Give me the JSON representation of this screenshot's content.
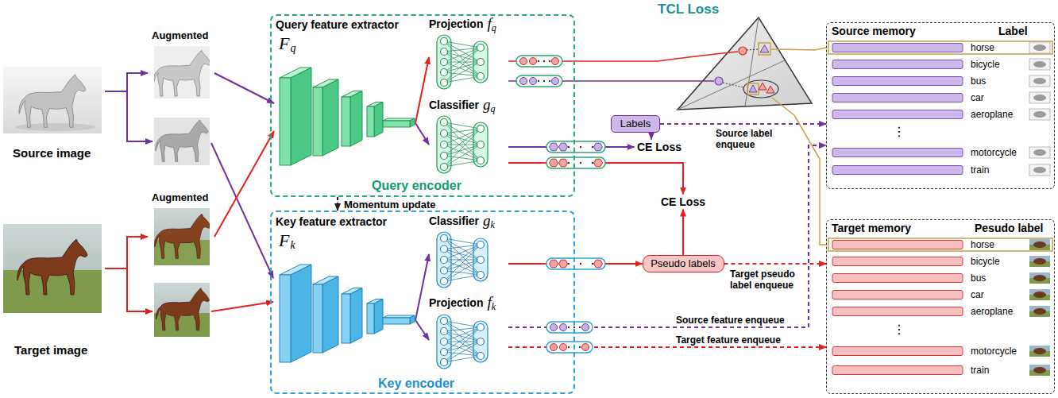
{
  "diagram": {
    "nodes": [
      {
        "text": [
          "Source image"
        ]
      },
      {
        "text": [
          "Augmented"
        ]
      },
      {
        "text": [
          "Target image"
        ]
      },
      {
        "text": [
          "Augmented"
        ]
      },
      {
        "text": [
          "Query encoder"
        ]
      },
      {
        "text": [
          "Query feature extractor",
          "F",
          "q"
        ],
        "in": 4
      },
      {
        "text": [
          "Projection",
          "f",
          "q"
        ],
        "in": 4
      },
      {
        "text": [
          "Classifier",
          "g",
          "q"
        ],
        "in": 4
      },
      {
        "text": [
          "Key encoder"
        ]
      },
      {
        "text": [
          "Key feature extractor",
          "F",
          "k"
        ],
        "in": 8
      },
      {
        "text": [
          "Classifier",
          "g",
          "k"
        ],
        "in": 8
      },
      {
        "text": [
          "Projection",
          "f",
          "k"
        ],
        "in": 8
      },
      {
        "text": [
          "Labels"
        ]
      },
      {
        "text": [
          "CE Loss"
        ]
      },
      {
        "text": [
          "CE Loss"
        ]
      },
      {
        "text": [
          "Pseudo labels"
        ]
      },
      {
        "text": [
          "TCL Loss"
        ]
      },
      {
        "text": [
          "Source memory",
          "Label"
        ]
      },
      {
        "text": [
          "Target memory",
          "Pesudo label"
        ]
      }
    ],
    "edges": [
      {
        "from": 0,
        "to": 1,
        "arrow": "to"
      },
      {
        "from": 1,
        "to": 5,
        "arrow": "to"
      },
      {
        "from": 2,
        "to": 3,
        "arrow": "to"
      },
      {
        "from": 3,
        "to": 5,
        "arrow": "to"
      },
      {
        "from": 5,
        "to": 6,
        "arrow": "to"
      },
      {
        "from": 5,
        "to": 7,
        "arrow": "to"
      },
      {
        "from": 4,
        "to": 8,
        "label": "Momentum update",
        "arrow": "to"
      },
      {
        "from": 9,
        "to": 10,
        "arrow": "to"
      },
      {
        "from": 9,
        "to": 11,
        "arrow": "to"
      },
      {
        "from": 6,
        "to": 16,
        "arrow": "none"
      },
      {
        "from": 6,
        "to": 16,
        "arrow": "none"
      },
      {
        "from": 7,
        "to": 13,
        "arrow": "to"
      },
      {
        "from": 12,
        "to": 13,
        "arrow": "to"
      },
      {
        "from": 7,
        "to": 14,
        "arrow": "to"
      },
      {
        "from": 10,
        "to": 15,
        "arrow": "to"
      },
      {
        "from": 15,
        "to": 14,
        "arrow": "to"
      },
      {
        "from": 12,
        "to": 17,
        "label": "Source label enqueue",
        "arrow": "to"
      },
      {
        "from": 11,
        "to": 17,
        "label": "Source feature enqueue",
        "arrow": "to"
      },
      {
        "from": 15,
        "to": 18,
        "label": "Target pseudo label enqueue",
        "arrow": "to"
      },
      {
        "from": 11,
        "to": 18,
        "label": "Target feature enqueue",
        "arrow": "to"
      },
      {
        "from": 17,
        "to": 16,
        "arrow": "none"
      },
      {
        "from": 18,
        "to": 16,
        "arrow": "none"
      }
    ],
    "labels": [
      "horse",
      "bicycle",
      "bus",
      "car",
      "aeroplane",
      "⋮",
      "motorcycle",
      "train",
      "horse",
      "bicycle",
      "bus",
      "car",
      "aeroplane",
      "⋮",
      "motorcycle",
      "train"
    ]
  }
}
